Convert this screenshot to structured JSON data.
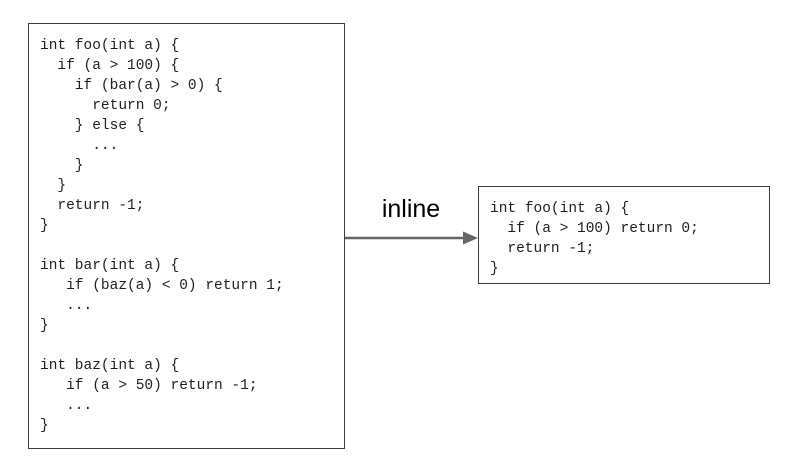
{
  "diagram": {
    "transform": {
      "label": "inline"
    },
    "before": {
      "code_lines": [
        "int foo(int a) {",
        "  if (a > 100) {",
        "    if (bar(a) > 0) {",
        "      return 0;",
        "    } else {",
        "      ...",
        "    }",
        "  }",
        "  return -1;",
        "}",
        "",
        "int bar(int a) {",
        "   if (baz(a) < 0) return 1;",
        "   ...",
        "}",
        "",
        "int baz(int a) {",
        "   if (a > 50) return -1;",
        "   ...",
        "}"
      ]
    },
    "after": {
      "code_lines": [
        "int foo(int a) {",
        "  if (a > 100) return 0;",
        "  return -1;",
        "}"
      ]
    },
    "theme": {
      "background": "#ffffff",
      "box_border": "#3d3d3d",
      "code_text": "#1f1f1f",
      "arrow": "#666666",
      "label_text": "#000000"
    }
  }
}
